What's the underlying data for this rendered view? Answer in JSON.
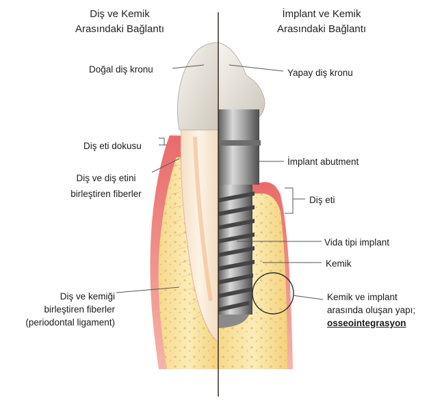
{
  "titles": {
    "left_line1": "Diş ve Kemik",
    "left_line2": "Arasındaki Bağlantı",
    "right_line1": "İmplant ve Kemik",
    "right_line2": "Arasındaki Bağlantı"
  },
  "labels": {
    "natural_crown": "Doğal diş kronu",
    "gum_tissue": "Diş eti dokusu",
    "gum_fibers_line1": "Diş ve diş etini",
    "gum_fibers_line2": "birleştiren fiberler",
    "pdl_line1": "Diş ve kemiği",
    "pdl_line2": "birleştiren fiberler",
    "pdl_line3": "(periodontal ligament)",
    "artificial_crown": "Yapay diş kronu",
    "abutment": "İmplant abutment",
    "gum": "Diş eti",
    "screw_implant": "Vida tipi implant",
    "bone": "Kemik",
    "osseo_line1": "Kemik ve implant",
    "osseo_line2": "arasında oluşan yapı;",
    "osseo_line3": "osseointegrasyon"
  }
}
